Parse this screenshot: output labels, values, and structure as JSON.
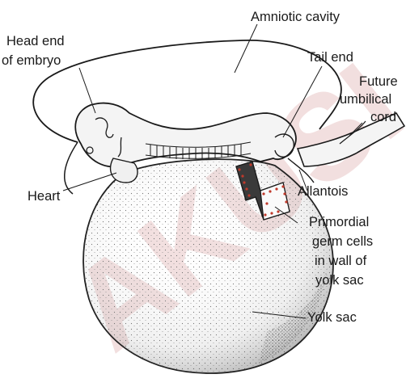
{
  "labels": {
    "amniotic_cavity": "Amniotic cavity",
    "head_end_line1": "Head end",
    "head_end_line2": "of embryo",
    "tail_end": "Tail end",
    "future_umbilical_line1": "Future",
    "future_umbilical_line2": "umbilical",
    "future_umbilical_line3": "cord",
    "heart": "Heart",
    "allantois": "Allantois",
    "primordial_line1": "Primordial",
    "primordial_line2": "germ cells",
    "primordial_line3": "in wall of",
    "primordial_line4": "yolk sac",
    "yolk_sac": "Yolk sac"
  },
  "watermark": "AKUSI",
  "colors": {
    "line": "#1a1a1a",
    "germ_cells": "#c0392b",
    "watermark": "#e9c6c6",
    "shading": "#555555"
  }
}
